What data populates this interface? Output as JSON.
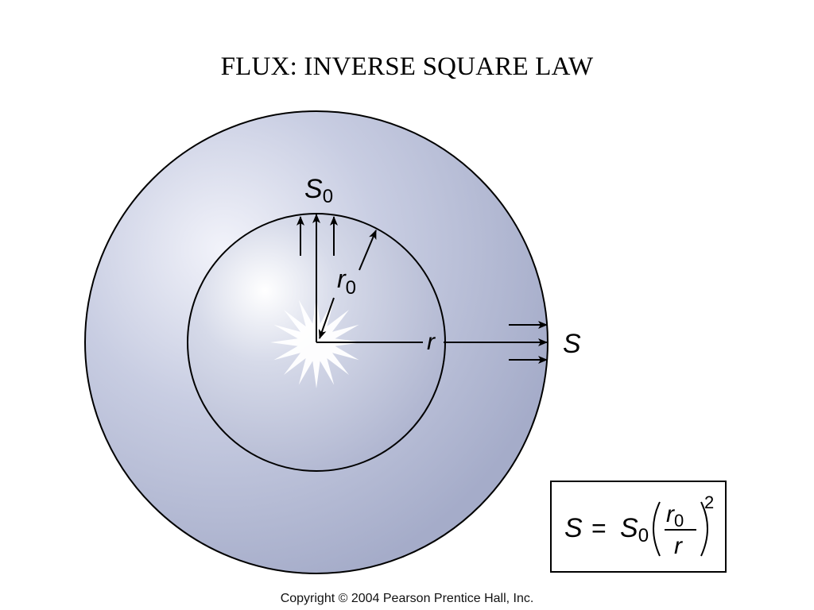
{
  "title": "FLUX: INVERSE SQUARE LAW",
  "labels": {
    "S0": {
      "main": "S",
      "sub": "0"
    },
    "r0": {
      "main": "r",
      "sub": "0"
    },
    "r": "r",
    "S": "S"
  },
  "formula": {
    "lhs": "S",
    "equals": "=",
    "coef_main": "S",
    "coef_sub": "0",
    "num_main": "r",
    "num_sub": "0",
    "den": "r",
    "exponent": "2"
  },
  "copyright": "Copyright © 2004 Pearson Prentice Hall, Inc.",
  "colors": {
    "sphere_light": "#eef0f8",
    "sphere_dark": "#a7aecb",
    "stroke": "#000000"
  }
}
